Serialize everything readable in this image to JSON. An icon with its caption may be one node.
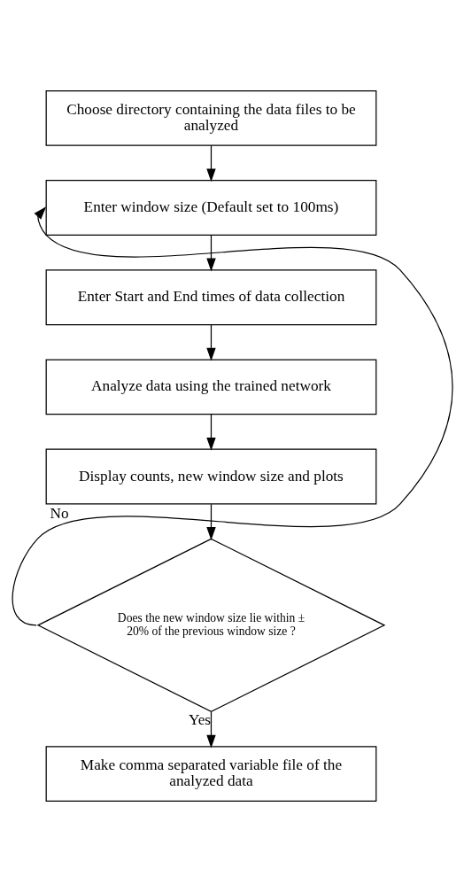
{
  "diagram": {
    "nodes": [
      {
        "text": [
          "Choose directory containing the data files to be analyzed"
        ]
      },
      {
        "text": [
          "Enter window size (Default set to 100ms)"
        ]
      },
      {
        "text": [
          "Enter Start and End times of data collection"
        ]
      },
      {
        "text": [
          "Analyze data using the trained network"
        ]
      },
      {
        "text": [
          "Display counts, new window size and plots"
        ]
      },
      {
        "text": [
          "Does the new window size lie within ± 20% of the previous window size ?"
        ]
      },
      {
        "text": [
          "Make comma separated variable file of the analyzed data"
        ]
      }
    ],
    "edges": [
      {
        "from": 0,
        "to": 1,
        "arrow": "to"
      },
      {
        "from": 1,
        "to": 2,
        "arrow": "to"
      },
      {
        "from": 2,
        "to": 3,
        "arrow": "to"
      },
      {
        "from": 3,
        "to": 4,
        "arrow": "to"
      },
      {
        "from": 4,
        "to": 5,
        "arrow": "to"
      },
      {
        "from": 5,
        "to": 1,
        "arrow": "to",
        "label": "No"
      },
      {
        "from": 5,
        "to": 6,
        "arrow": "to",
        "label": "Yes"
      }
    ]
  }
}
